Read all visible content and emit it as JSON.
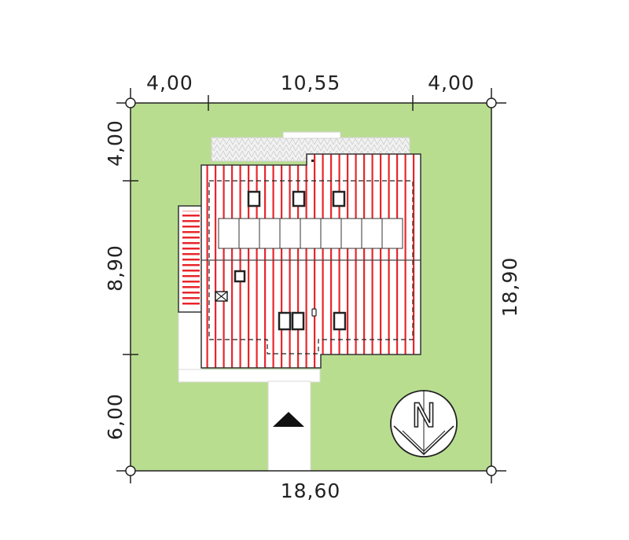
{
  "dimensions": {
    "top_left": "4,00",
    "top_center": "10,55",
    "top_right": "4,00",
    "left_top": "4,00",
    "left_middle": "8,90",
    "left_bottom": "6,00",
    "right_total": "18,90",
    "bottom_total": "18,60"
  },
  "compass": {
    "label": "N",
    "icon": "north-arrow-icon"
  },
  "entrance": {
    "icon": "entrance-triangle-icon"
  },
  "colors": {
    "plot": "#b9dd8f",
    "roof": "#ffffff",
    "roof_line": "#e8262b",
    "outline": "#333333",
    "terrace": "#e4e6e4",
    "path": "#ffffff"
  }
}
